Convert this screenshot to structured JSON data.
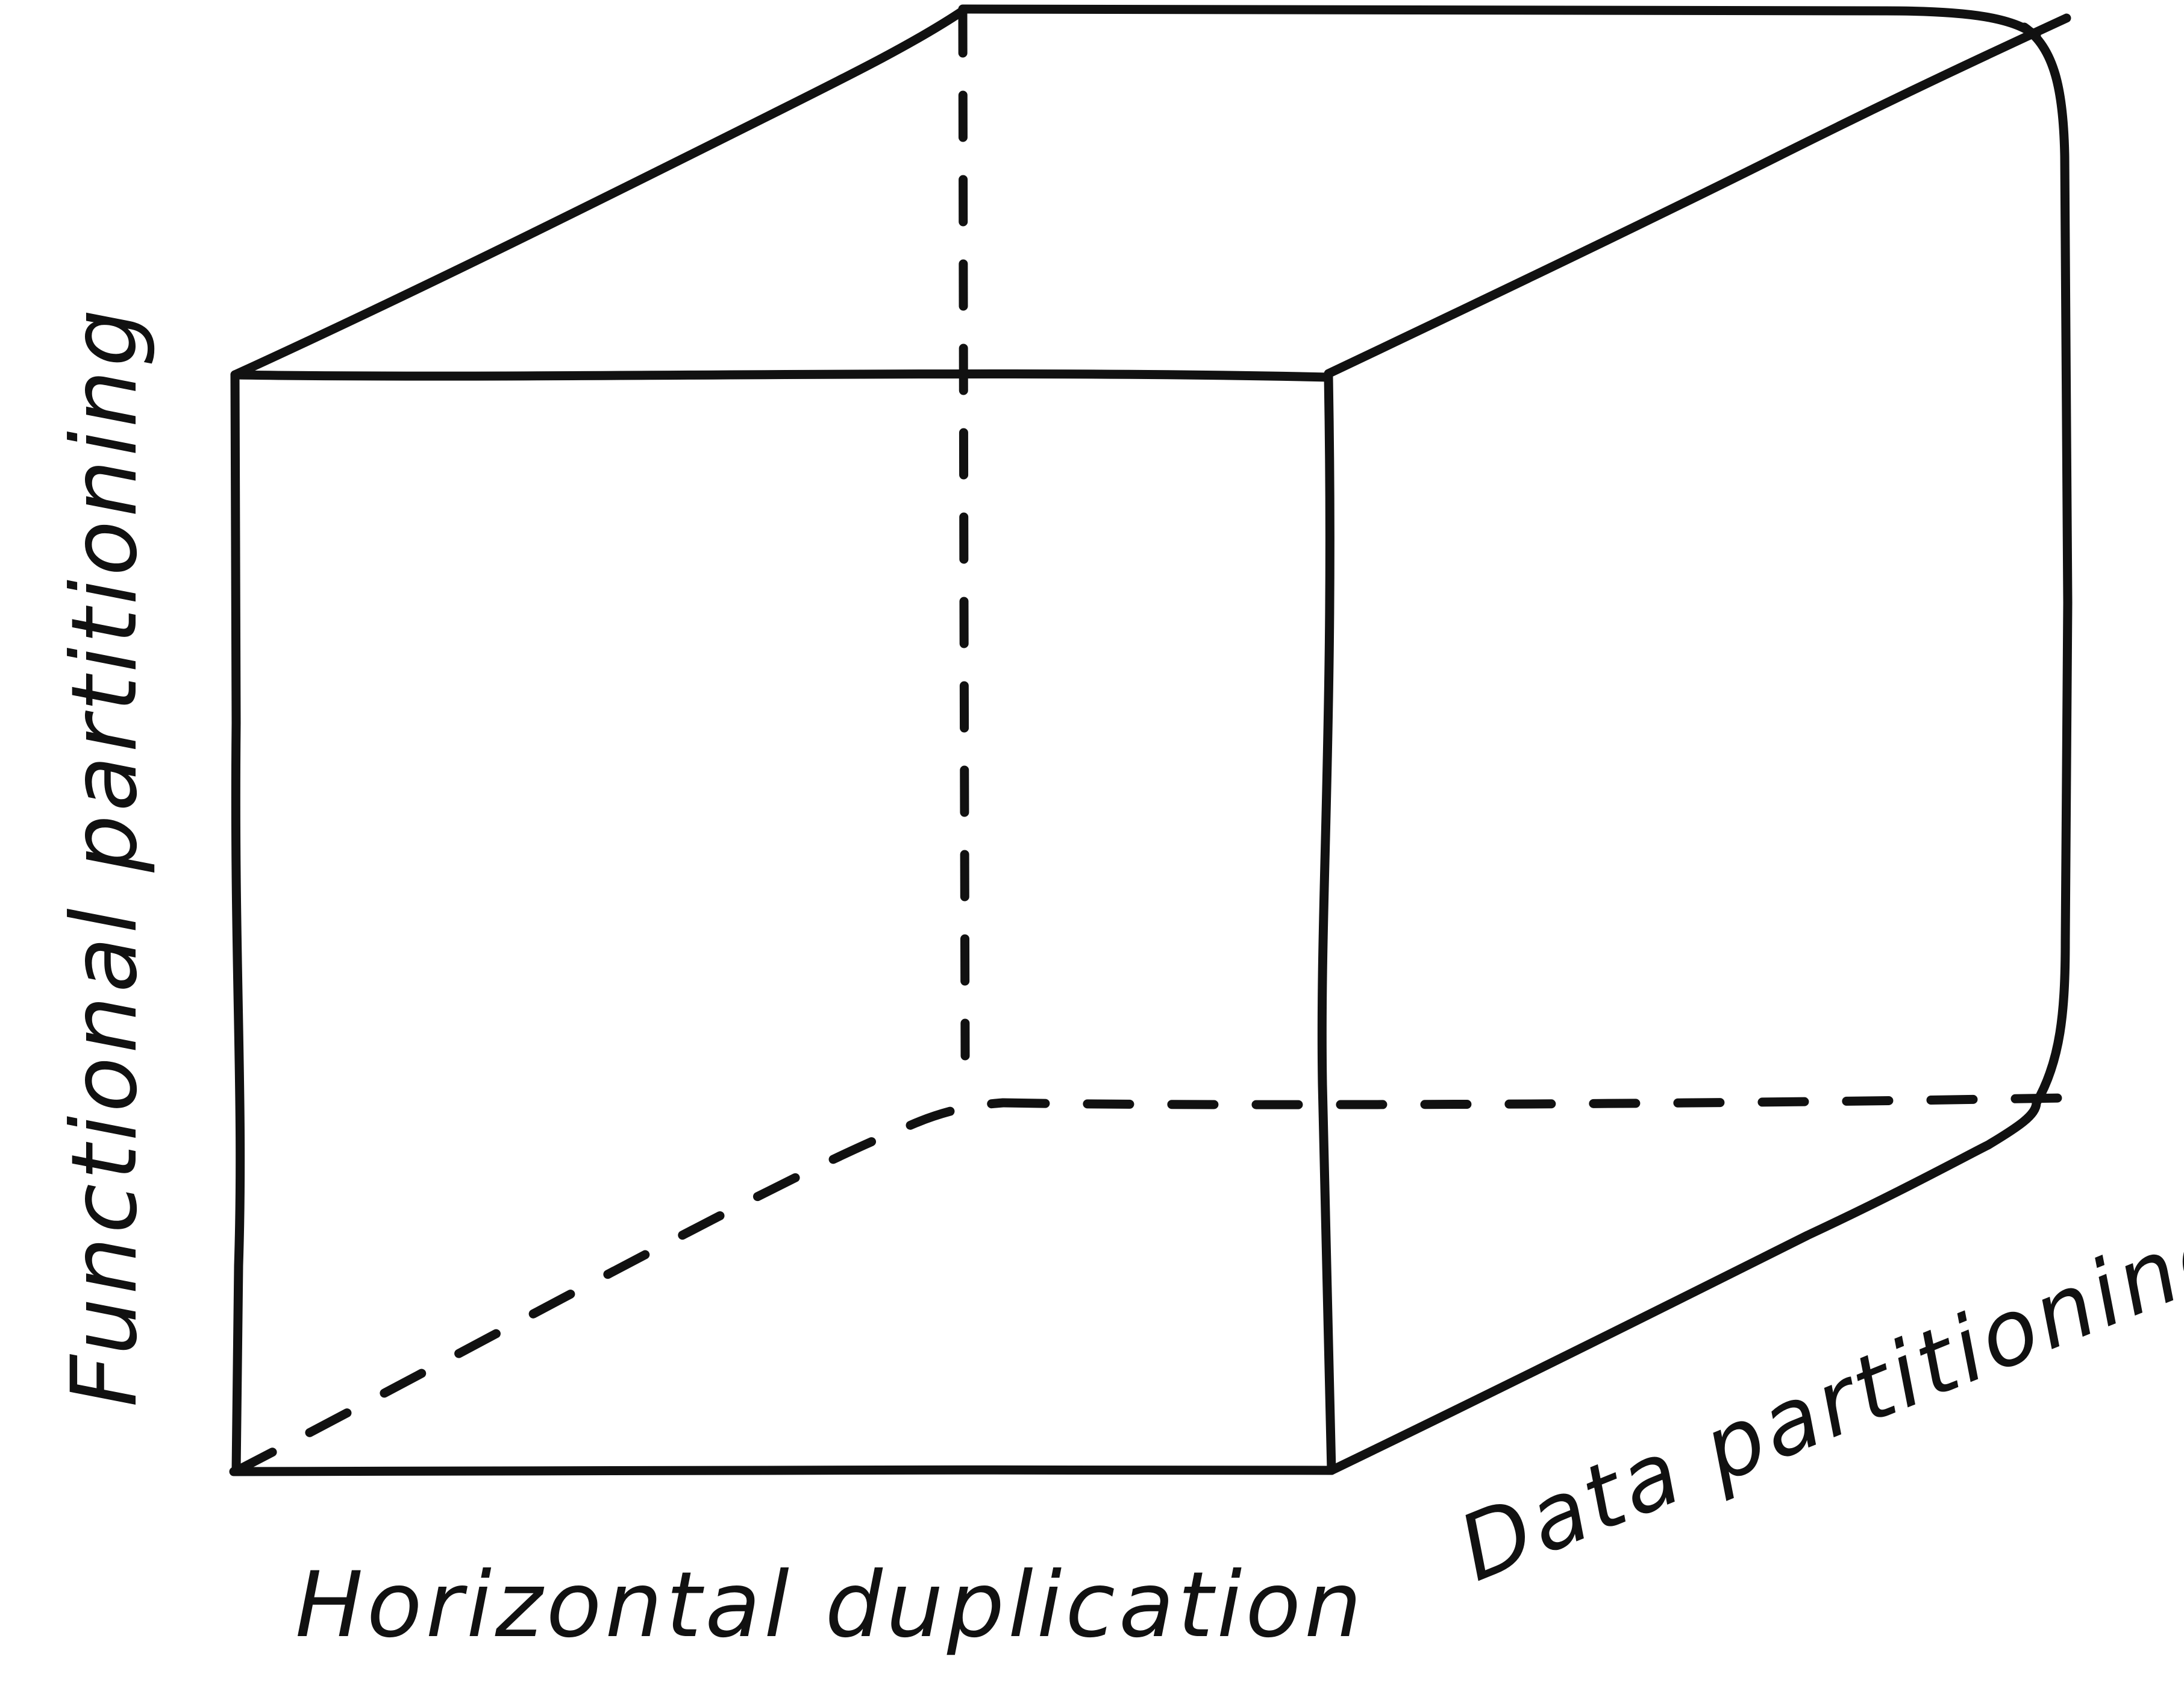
{
  "diagram": {
    "labels": {
      "x_axis": "Horizontal duplication",
      "y_axis": "Functional partitioning",
      "z_axis": "Data partitioning"
    },
    "colors": {
      "stroke": "#111111",
      "background": "#ffffff"
    }
  }
}
